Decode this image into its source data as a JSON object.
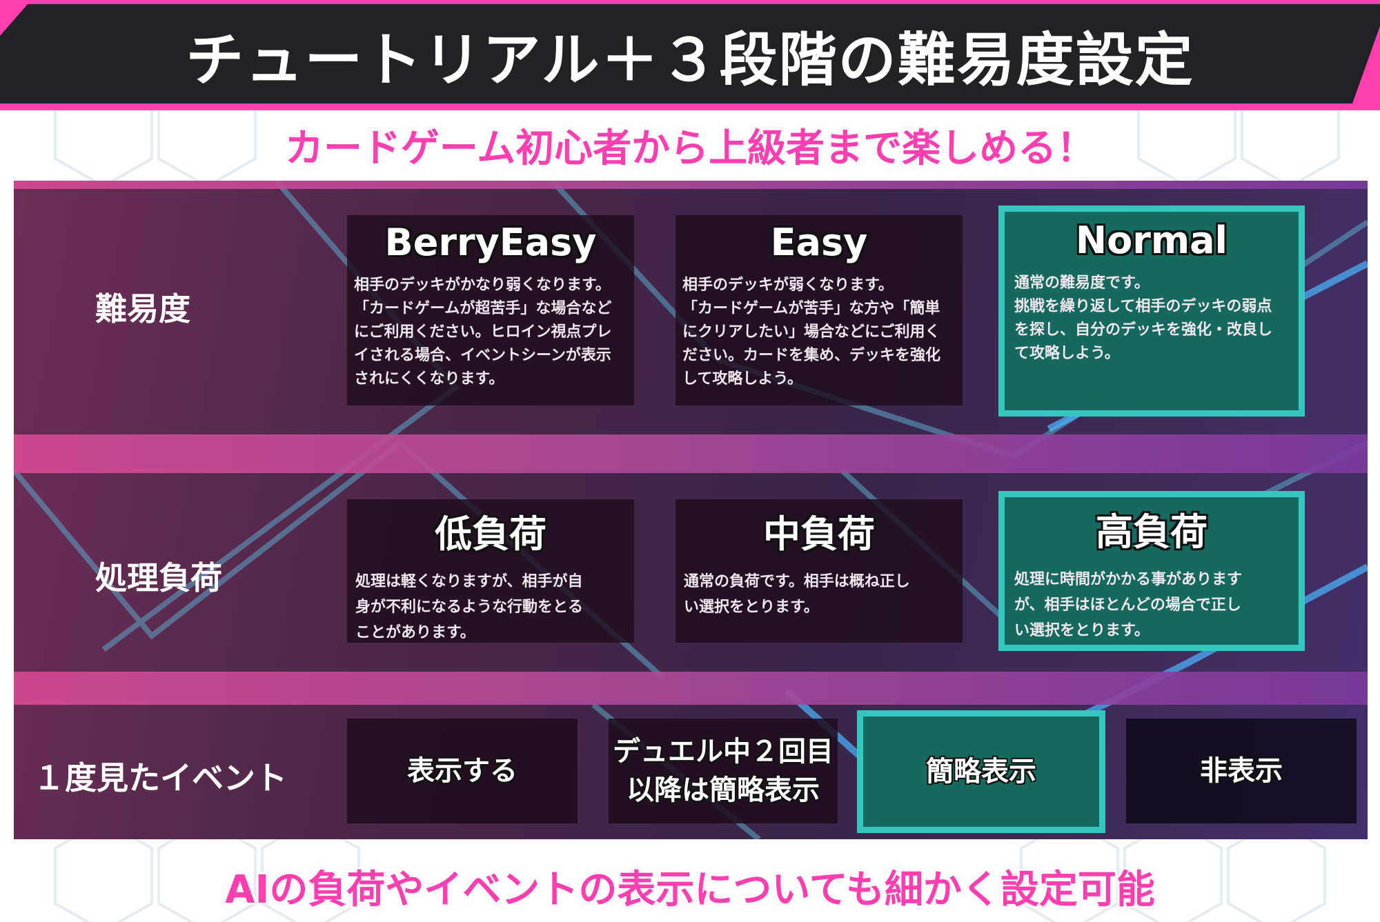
{
  "header": {
    "title": "チュートリアル＋３段階の難易度設定",
    "subtitle": "カードゲーム初心者から上級者まで楽しめる！",
    "footer": "AIの負荷やイベントの表示についても細かく設定可能"
  },
  "colors": {
    "accent_pink": "#ff3fb0",
    "banner_dark": "#222226",
    "selected_bg": "#16695f",
    "selected_border": "#35c6c0"
  },
  "rows": {
    "difficulty": {
      "label": "難易度",
      "options": [
        {
          "title": "BerryEasy",
          "desc": [
            "相手のデッキがかなり弱くなります。",
            "「カードゲームが超苦手」な場合など",
            "にご利用ください。ヒロイン視点プレ",
            "イされる場合、イベントシーンが表示",
            "されにくくなります。"
          ]
        },
        {
          "title": "Easy",
          "desc": [
            "相手のデッキが弱くなります。",
            "「カードゲームが苦手」な方や「簡単",
            "にクリアしたい」場合などにご利用く",
            "ださい。カードを集め、デッキを強化",
            "して攻略しよう。"
          ]
        },
        {
          "title": "Normal",
          "desc": [
            "通常の難易度です。",
            "挑戦を繰り返して相手のデッキの弱点",
            "を探し、自分のデッキを強化・改良し",
            "て攻略しよう。"
          ],
          "selected": true
        }
      ]
    },
    "load": {
      "label": "処理負荷",
      "options": [
        {
          "title": "低負荷",
          "desc": [
            "処理は軽くなりますが、相手が自",
            "身が不利になるような行動をとる",
            "ことがあります。"
          ]
        },
        {
          "title": "中負荷",
          "desc": [
            "通常の負荷です。相手は概ね正し",
            "い選択をとります。"
          ]
        },
        {
          "title": "高負荷",
          "desc": [
            "処理に時間がかかる事があります",
            "が、相手はほとんどの場合で正し",
            "い選択をとります。"
          ],
          "selected": true
        }
      ]
    },
    "event": {
      "label": "１度見たイベント",
      "options": [
        {
          "label": "表示する"
        },
        {
          "label_line1": "デュエル中２回目",
          "label_line2": "以降は簡略表示"
        },
        {
          "label": "簡略表示",
          "selected": true
        },
        {
          "label": "非表示"
        }
      ]
    }
  }
}
